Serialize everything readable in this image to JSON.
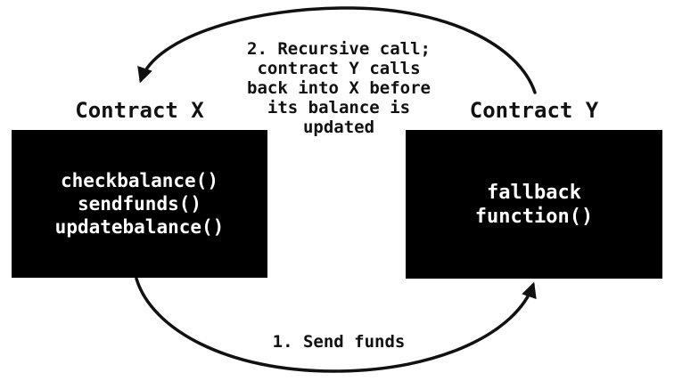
{
  "labels": {
    "contract_x": "Contract X",
    "contract_y": "Contract Y"
  },
  "boxes": {
    "contract_x": {
      "lines": [
        "checkbalance()",
        "sendfunds()",
        "updatebalance()"
      ]
    },
    "contract_y": {
      "lines": [
        "fallback",
        "function()"
      ]
    }
  },
  "annotations": {
    "step2": {
      "lines": [
        "2. Recursive call;",
        "contract Y calls",
        "back into X before",
        "its balance is",
        "updated"
      ]
    },
    "step1": {
      "text": "1. Send funds"
    }
  },
  "colors": {
    "background": "#ffffff",
    "box_bg": "#000000",
    "box_text": "#ffffff",
    "arrow": "#111111",
    "text": "#111111"
  }
}
